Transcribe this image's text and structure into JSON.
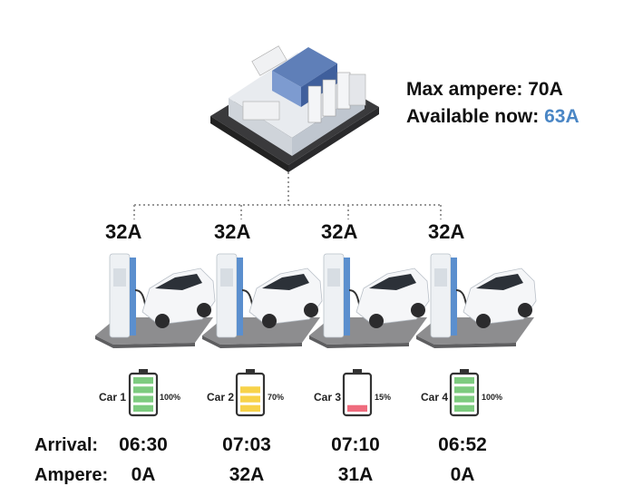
{
  "controller": {
    "max_ampere_label": "Max ampere: ",
    "max_ampere_value": "70A",
    "available_label": "Available now: ",
    "available_value": "63A",
    "highlight_color": "#4a86c5"
  },
  "stations": [
    {
      "ampere_cap": "32A",
      "car": "Car 1",
      "battery_pct": "100%",
      "battery_level": 1.0,
      "battery_color": "#7dcb7f",
      "arrival": "06:30",
      "ampere": "0A"
    },
    {
      "ampere_cap": "32A",
      "car": "Car 2",
      "battery_pct": "70%",
      "battery_level": 0.7,
      "battery_color": "#f7d24a",
      "arrival": "07:03",
      "ampere": "32A"
    },
    {
      "ampere_cap": "32A",
      "car": "Car 3",
      "battery_pct": "15%",
      "battery_level": 0.15,
      "battery_color": "#ef6c7e",
      "arrival": "07:10",
      "ampere": "31A"
    },
    {
      "ampere_cap": "32A",
      "car": "Car 4",
      "battery_pct": "100%",
      "battery_level": 1.0,
      "battery_color": "#7dcb7f",
      "arrival": "06:52",
      "ampere": "0A"
    }
  ],
  "rows": {
    "arrival_label": "Arrival:",
    "ampere_label": "Ampere:"
  }
}
